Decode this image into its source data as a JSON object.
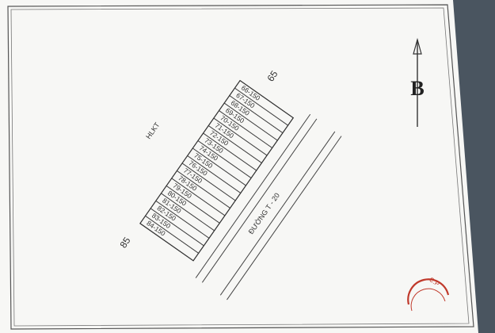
{
  "map": {
    "north_marker": "B",
    "lot_number_start": "65",
    "lot_number_end": "85",
    "zone_label": "HLKT",
    "road_label": "ĐƯỜNG T - 20",
    "plots": [
      "66-150",
      "67-150",
      "68-150",
      "69-150",
      "70-150",
      "71-150",
      "72-150",
      "73-150",
      "74-150",
      "75-150",
      "76-150",
      "77-150",
      "78-150",
      "79-150",
      "80-150",
      "81-150",
      "82-150",
      "83-150",
      "84-150"
    ],
    "stamp_text": "C.P",
    "colors": {
      "paper": "#f7f7f5",
      "ink": "#3a3a3a",
      "stamp": "#c0392b",
      "background": "#3b4148"
    }
  }
}
